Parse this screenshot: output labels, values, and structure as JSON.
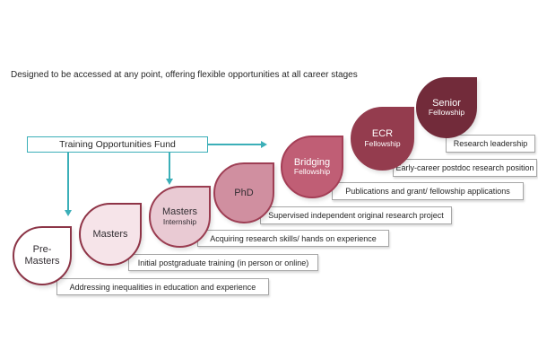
{
  "title": "Designed to be accessed at any point, offering flexible opportunities at all career stages",
  "fund": {
    "label": "Training Opportunities Fund",
    "accent_color": "#3bafb8"
  },
  "stages": [
    {
      "name": "Pre-Masters",
      "line1": "Pre-",
      "line2": "Masters",
      "fill": "#ffffff",
      "border": "#8c3547",
      "text_color": "#332e33",
      "description": "Addressing inequalities in education and experience"
    },
    {
      "name": "Masters",
      "line1": "Masters",
      "line2": "",
      "fill": "#f6e4e9",
      "border": "#8f3447",
      "text_color": "#332e33",
      "description": "Initial postgraduate training (in person or online)"
    },
    {
      "name": "Masters Internship",
      "line1": "Masters",
      "line2": "Internship",
      "fill": "#e9cad3",
      "border": "#9a3c50",
      "text_color": "#332e33",
      "description": "Acquiring research skills/ hands on experience"
    },
    {
      "name": "PhD",
      "line1": "PhD",
      "line2": "",
      "fill": "#d08fa0",
      "border": "#9e3e54",
      "text_color": "#332e33",
      "description": "Supervised independent original research project"
    },
    {
      "name": "Bridging Fellowship",
      "line1": "Bridging",
      "line2": "Fellowship",
      "fill": "#c05e75",
      "border": "#a43e56",
      "text_color": "#ffffff",
      "description": "Publications and grant/ fellowship applications"
    },
    {
      "name": "ECR Fellowship",
      "line1": "ECR",
      "line2": "Fellowship",
      "fill": "#943c4e",
      "border": "#943c4e",
      "text_color": "#ffffff",
      "description": "Early-career postdoc research position"
    },
    {
      "name": "Senior Fellowship",
      "line1": "Senior",
      "line2": "Fellowship",
      "fill": "#722b3a",
      "border": "#722b3a",
      "text_color": "#ffffff",
      "description": "Research leadership"
    }
  ],
  "label_box_style": {
    "border_color": "#a6a6a6",
    "background": "#ffffff"
  }
}
